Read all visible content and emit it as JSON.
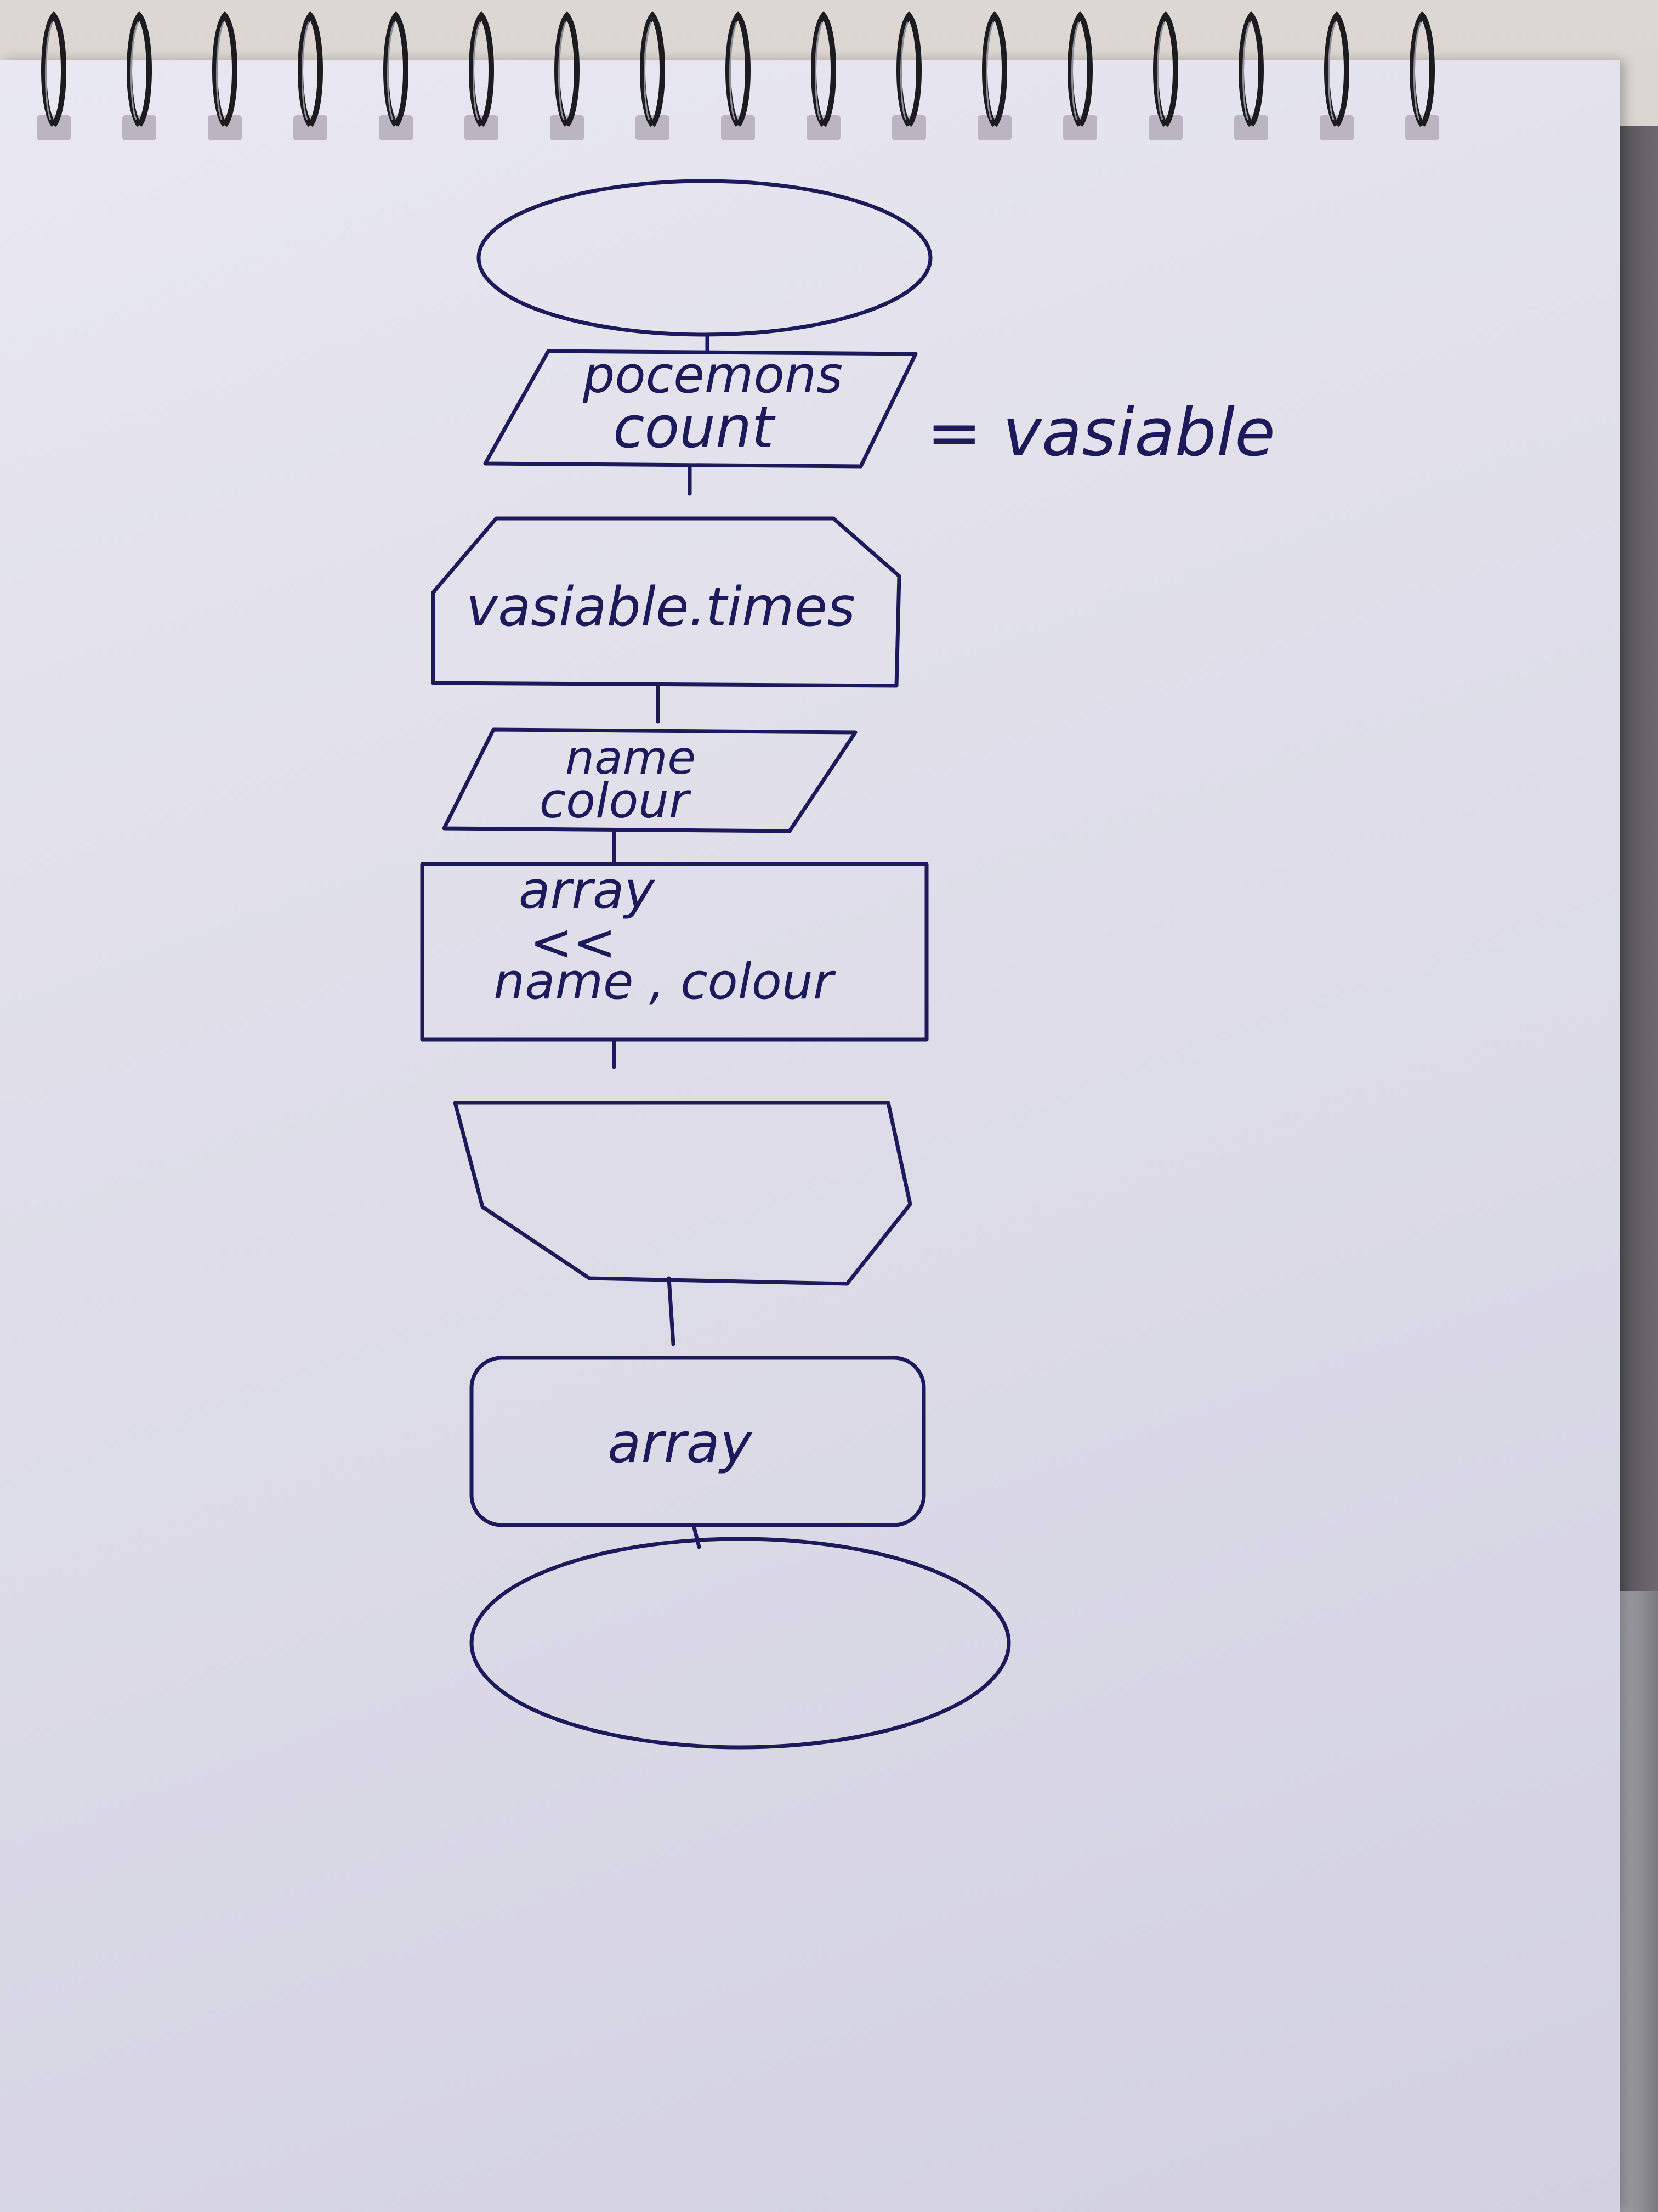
{
  "diagram": {
    "input_label_line1": "pocemons",
    "input_label_line2": "count",
    "side_note": "= vasiable",
    "loop_label": "vasiable.times",
    "input2_line1": "name",
    "input2_line2": "colour",
    "process_line1": "array",
    "process_line2": "<<",
    "process_line3": "name , colour",
    "output_label": "array"
  },
  "colors": {
    "ink": "#1d1a5c",
    "paper": "#e3e2ec"
  }
}
